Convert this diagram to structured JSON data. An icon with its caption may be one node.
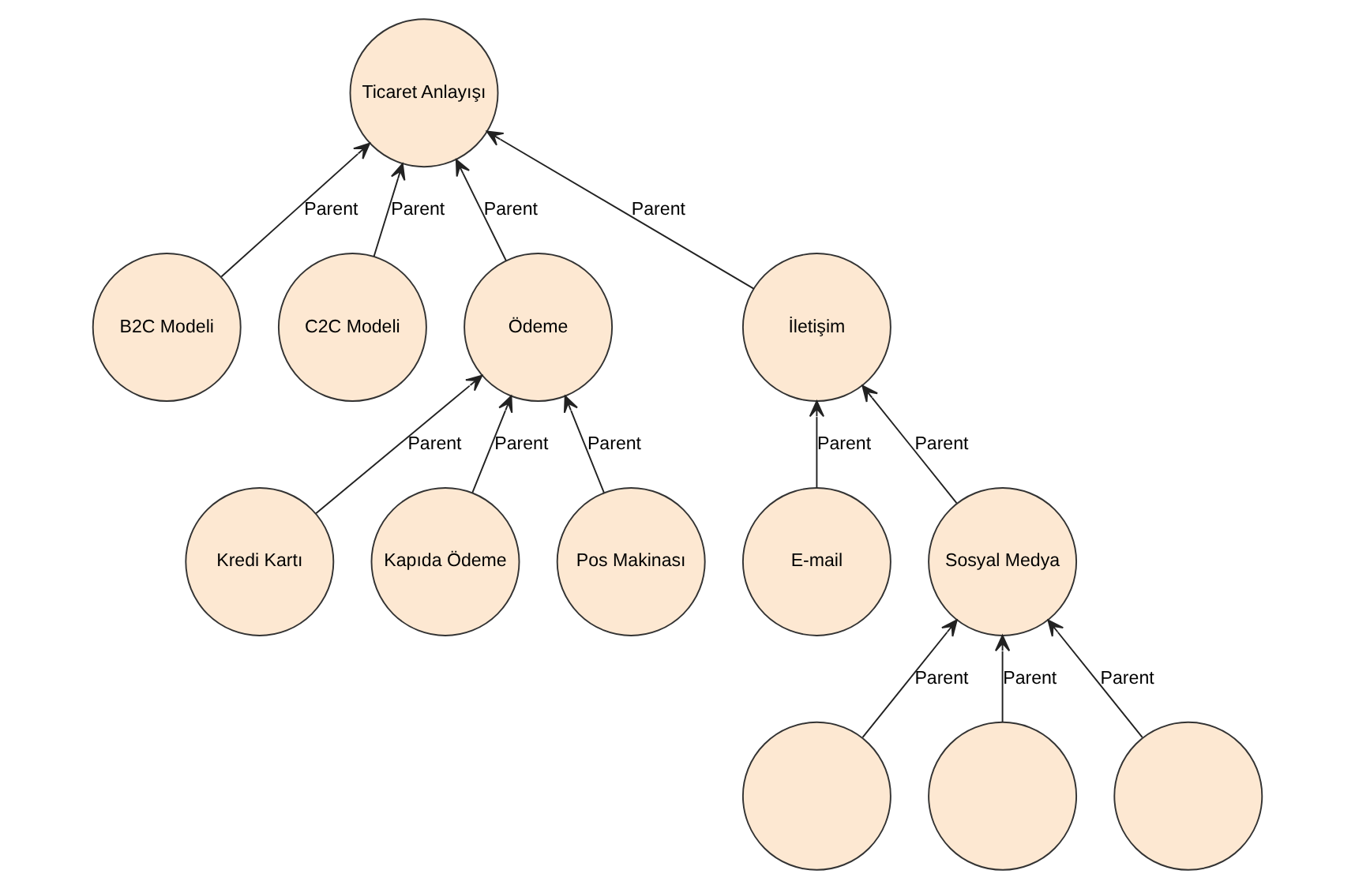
{
  "diagram": {
    "nodes": [
      {
        "text": [
          "Ticaret Anlayışı"
        ]
      },
      {
        "text": [
          "B2C Modeli"
        ]
      },
      {
        "text": [
          "C2C Modeli"
        ]
      },
      {
        "text": [
          "Ödeme"
        ]
      },
      {
        "text": [
          "İletişim"
        ]
      },
      {
        "text": [
          "Kredi Kartı"
        ]
      },
      {
        "text": [
          "Kapıda Ödeme"
        ]
      },
      {
        "text": [
          "Pos Makinası"
        ]
      },
      {
        "text": [
          "E-mail"
        ]
      },
      {
        "text": [
          "Sosyal Medya"
        ]
      },
      {
        "text": [],
        "shape": "circle"
      },
      {
        "text": [],
        "shape": "circle"
      },
      {
        "text": [],
        "shape": "circle"
      }
    ],
    "edges": [
      {
        "from": 1,
        "to": 0,
        "arrow": "to",
        "label": "Parent"
      },
      {
        "from": 2,
        "to": 0,
        "arrow": "to",
        "label": "Parent"
      },
      {
        "from": 3,
        "to": 0,
        "arrow": "to",
        "label": "Parent"
      },
      {
        "from": 4,
        "to": 0,
        "arrow": "to",
        "label": "Parent"
      },
      {
        "from": 5,
        "to": 3,
        "arrow": "to",
        "label": "Parent"
      },
      {
        "from": 6,
        "to": 3,
        "arrow": "to",
        "label": "Parent"
      },
      {
        "from": 7,
        "to": 3,
        "arrow": "to",
        "label": "Parent"
      },
      {
        "from": 8,
        "to": 4,
        "arrow": "to",
        "label": "Parent"
      },
      {
        "from": 9,
        "to": 4,
        "arrow": "to",
        "label": "Parent"
      },
      {
        "from": 10,
        "to": 9,
        "arrow": "to",
        "label": "Parent"
      },
      {
        "from": 11,
        "to": 9,
        "arrow": "to",
        "label": "Parent"
      },
      {
        "from": 12,
        "to": 9,
        "arrow": "to",
        "label": "Parent"
      }
    ]
  }
}
